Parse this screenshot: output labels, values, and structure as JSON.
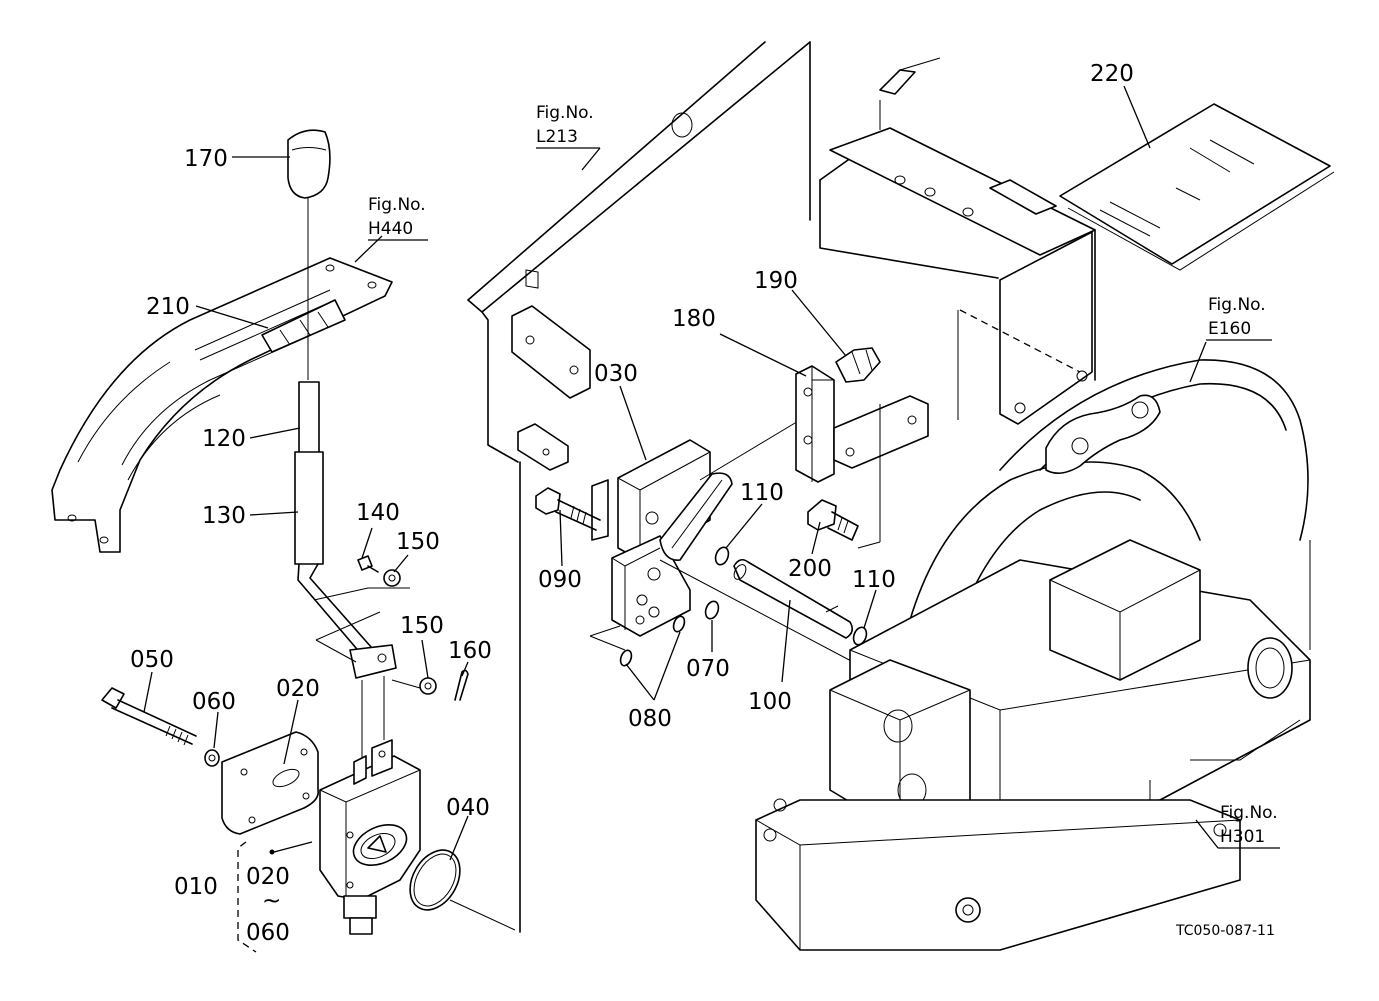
{
  "diagram_code": "TC050-087-11",
  "fig_refs": [
    {
      "id": "L213",
      "prefix": "Fig.No.",
      "number": "L213"
    },
    {
      "id": "H440",
      "prefix": "Fig.No.",
      "number": "H440"
    },
    {
      "id": "E160",
      "prefix": "Fig.No.",
      "number": "E160"
    },
    {
      "id": "H301",
      "prefix": "Fig.No.",
      "number": "H301"
    }
  ],
  "parts": {
    "p170": "170",
    "p210": "210",
    "p120": "120",
    "p130": "130",
    "p140": "140",
    "p150a": "150",
    "p150b": "150",
    "p160": "160",
    "p050": "050",
    "p060": "060",
    "p020": "020",
    "p040": "040",
    "p010": "010",
    "p020r": "020",
    "range_sep": "~",
    "p060r": "060",
    "p030": "030",
    "p090": "090",
    "p110a": "110",
    "p110b": "110",
    "p070": "070",
    "p080": "080",
    "p100": "100",
    "p180": "180",
    "p190": "190",
    "p200": "200",
    "p220": "220"
  }
}
